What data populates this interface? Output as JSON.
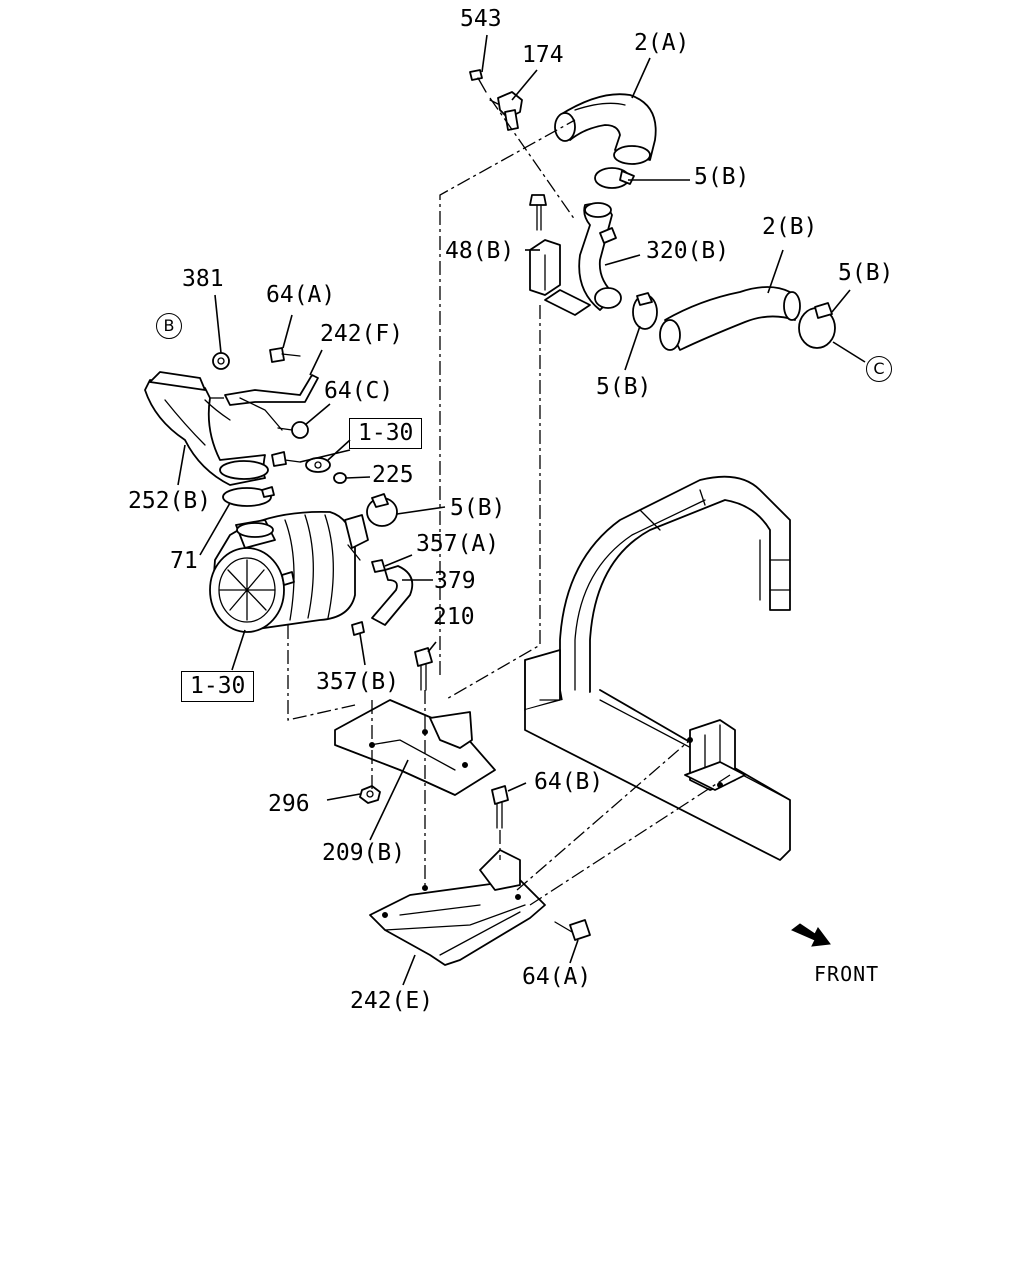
{
  "callouts": {
    "p543": "543",
    "p174": "174",
    "p2a": "2(A)",
    "p5b_a": "5(B)",
    "p48b": "48(B)",
    "p320b": "320(B)",
    "p2b": "2(B)",
    "p5b_b": "5(B)",
    "p5b_c": "5(B)",
    "p381": "381",
    "p64a_top": "64(A)",
    "p242f": "242(F)",
    "p64c": "64(C)",
    "p1_30_top": "1-30",
    "p225": "225",
    "p5b_d": "5(B)",
    "p252b": "252(B)",
    "p357a": "357(A)",
    "p71": "71",
    "p379": "379",
    "p210": "210",
    "p1_30_bottom": "1-30",
    "p357b": "357(B)",
    "p296": "296",
    "p64b": "64(B)",
    "p209b": "209(B)",
    "p64a_bottom": "64(A)",
    "p242e": "242(E)"
  },
  "connectors": {
    "b": "B",
    "c": "C"
  },
  "orientation": {
    "label": "FRONT",
    "arrow_icon": "front-arrow-icon"
  }
}
